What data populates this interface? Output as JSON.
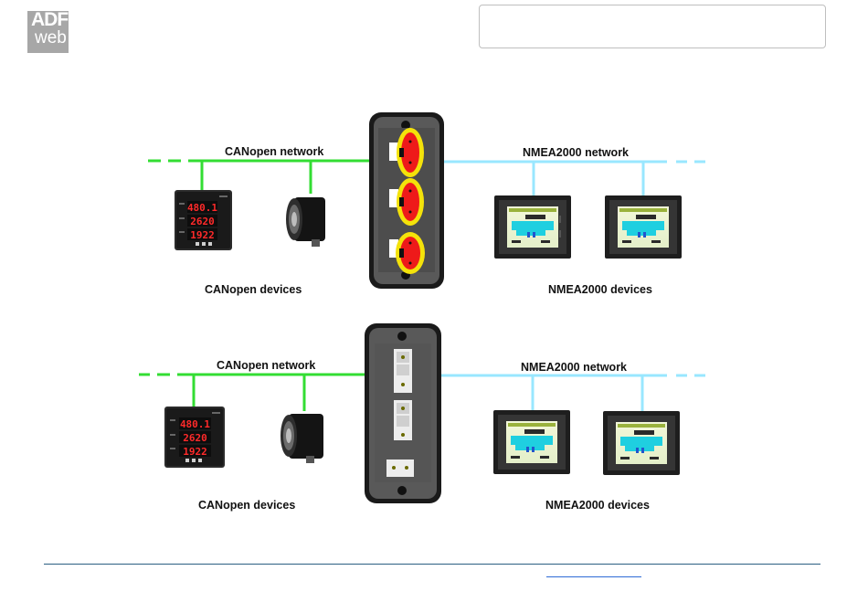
{
  "logo": {
    "line1": "ADF",
    "line2": "web"
  },
  "colors": {
    "canopen_line": "#33dd33",
    "nmea_line": "#99e7ff",
    "gateway_body": "#595959",
    "port_red": "#ee1a1a",
    "port_yellow": "#f4e20a",
    "footer_rule": "#2b5f82",
    "footer_link": "#2e6bd6"
  },
  "diagrams": [
    {
      "canopen_network_label": "CANopen network",
      "nmea_network_label": "NMEA2000 network",
      "canopen_devices_label": "CANopen devices",
      "nmea_devices_label": "NMEA2000 devices",
      "meter_readings": [
        "480.1",
        "2620",
        "1922"
      ]
    },
    {
      "canopen_network_label": "CANopen network",
      "nmea_network_label": "NMEA2000 network",
      "canopen_devices_label": "CANopen devices",
      "nmea_devices_label": "NMEA2000 devices",
      "meter_readings": [
        "480.1",
        "2620",
        "1922"
      ]
    }
  ]
}
